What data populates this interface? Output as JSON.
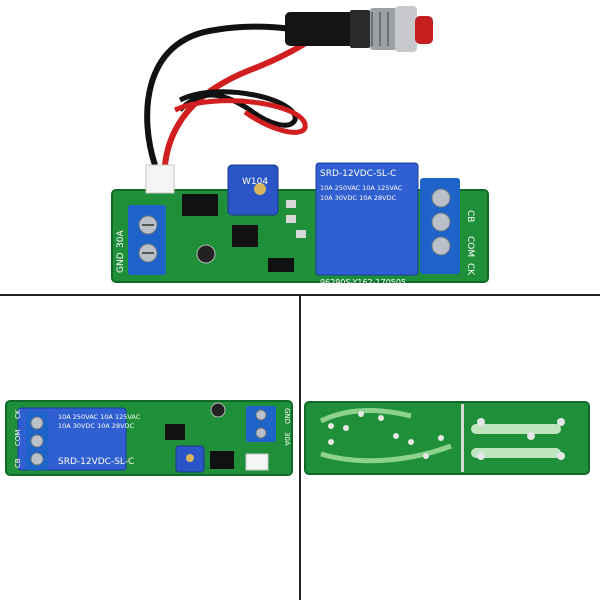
{
  "top_board": {
    "relay_label": "SRD-12VDC-SL-C",
    "relay_rating_lines": [
      "10A 250VAC  10A 125VAC",
      "10A 30VDC  10A 28VDC"
    ],
    "pot_label": "W104",
    "pcb_code": "96290S-Y162-170505",
    "left_terminal_labels": [
      "30A",
      "GND"
    ],
    "right_terminal_labels": [
      "CB",
      "COM",
      "CK"
    ]
  },
  "bottom_left_board": {
    "relay_label": "SRD-12VDC-SL-C",
    "relay_rating_lines": [
      "10A 250VAC  10A 125VAC",
      "10A 30VDC  10A 28VDC"
    ],
    "left_terminal_labels": [
      "CK",
      "COM",
      "CB"
    ],
    "right_terminal_labels": [
      "GND",
      "30A"
    ]
  },
  "colors": {
    "pcb_green": "#1f8f3a",
    "relay_blue": "#2f5fd0",
    "terminal_blue": "#1e63c8",
    "button_red": "#c41e1e",
    "wire_red": "#d11f1f",
    "wire_black": "#111111"
  },
  "icons": [
    "push-button",
    "relay",
    "potentiometer",
    "screw-terminal",
    "pin-header"
  ]
}
